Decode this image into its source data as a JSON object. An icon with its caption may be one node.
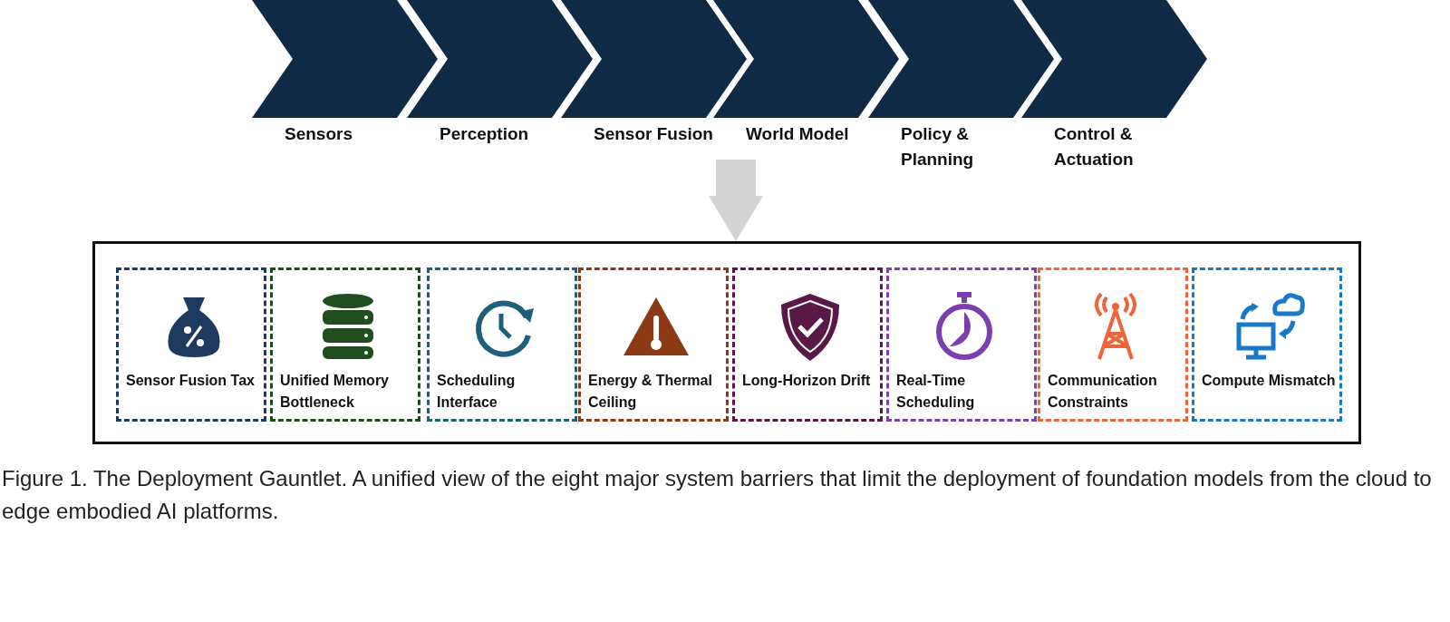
{
  "diagram": {
    "caption": "Figure 1. The Deployment Gauntlet. A unified view of the eight major system barriers that limit the deployment of foundation models from the cloud to edge embodied AI platforms.",
    "nodes": [
      {
        "text": [
          "Sensors"
        ]
      },
      {
        "text": [
          "Perception"
        ]
      },
      {
        "text": [
          "Sensor Fusion"
        ]
      },
      {
        "text": [
          "World Model"
        ]
      },
      {
        "text": [
          "Policy & Planning"
        ]
      },
      {
        "text": [
          "Control & Actuation"
        ]
      },
      {
        "text": [],
        "shape": "box"
      },
      {
        "text": [
          "Sensor Fusion Tax"
        ],
        "in": 6
      },
      {
        "text": [
          "Unified Memory Bottleneck"
        ],
        "in": 6
      },
      {
        "text": [
          "Scheduling Interface"
        ],
        "in": 6
      },
      {
        "text": [
          "Energy & Thermal Ceiling"
        ],
        "in": 6
      },
      {
        "text": [
          "Long-Horizon Drift"
        ],
        "in": 6
      },
      {
        "text": [
          "Real-Time Scheduling"
        ],
        "in": 6
      },
      {
        "text": [
          "Communication Constraints"
        ],
        "in": 6
      },
      {
        "text": [
          "Compute Mismatch"
        ],
        "in": 6
      }
    ],
    "edges": [
      {
        "from": null,
        "to": 6,
        "arrow": "to"
      }
    ]
  }
}
